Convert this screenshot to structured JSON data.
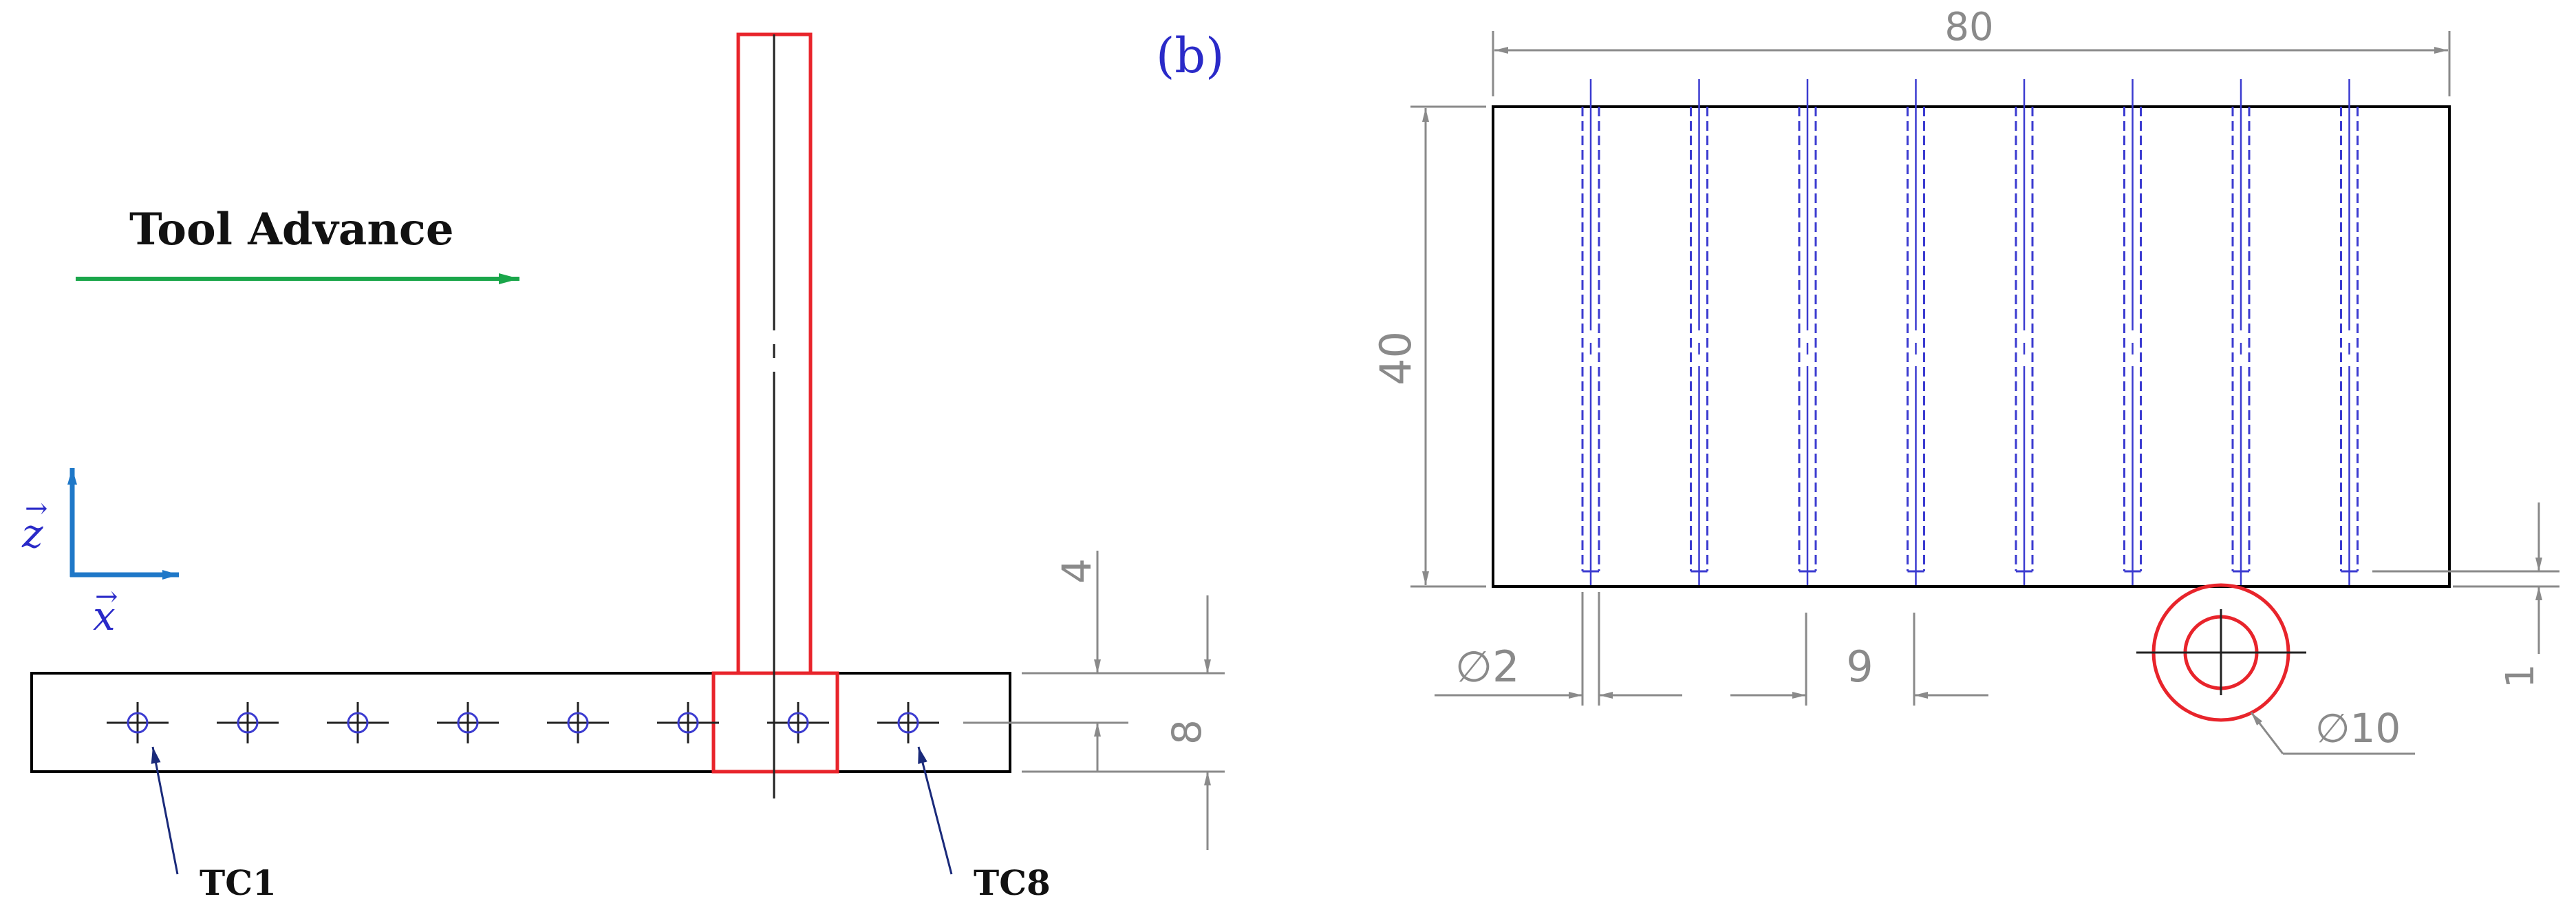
{
  "panel_b": {
    "label": "(b)",
    "tool_advance": "Tool Advance",
    "axis_z": "z",
    "axis_x": "x",
    "tc_first": "TC1",
    "tc_last": "TC8",
    "dim_4": "4",
    "dim_8": "8",
    "thermocouple_count": 8
  },
  "plan_view": {
    "dim_80": "80",
    "dim_40": "40",
    "dim_phi2": "∅2",
    "dim_9": "9",
    "dim_1": "1",
    "dim_phi10": "∅10",
    "hole_count": 8
  },
  "colors": {
    "outline": "#000000",
    "tool": "#e8242b",
    "holes": "#3b3bd0",
    "arrow_green": "#1aa64a",
    "axis_blue": "#1f78c8",
    "label_blue": "#2a2ac8",
    "dimension_gray": "#8a8a8a",
    "leader_navy": "#1a2a7a"
  }
}
